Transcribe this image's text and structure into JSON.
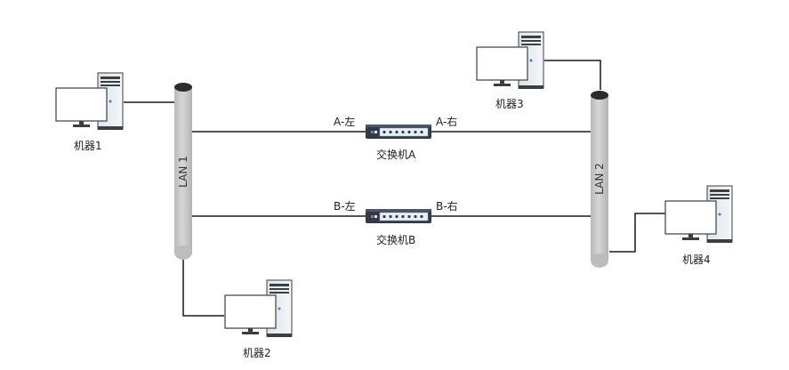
{
  "machines": {
    "m1": "机器1",
    "m2": "机器2",
    "m3": "机器3",
    "m4": "机器4"
  },
  "lans": {
    "lan1": "LAN 1",
    "lan2": "LAN 2"
  },
  "switches": {
    "a": {
      "name": "交换机A",
      "left": "A-左",
      "right": "A-右"
    },
    "b": {
      "name": "交换机B",
      "left": "B-左",
      "right": "B-右"
    }
  },
  "colors": {
    "lan_bus": "#c8c8c8",
    "lan_cap": "#2b2b2b",
    "wire": "#1a1a1a",
    "switch_body": "#2f3b4a",
    "computer_case": "#e8ecef"
  }
}
